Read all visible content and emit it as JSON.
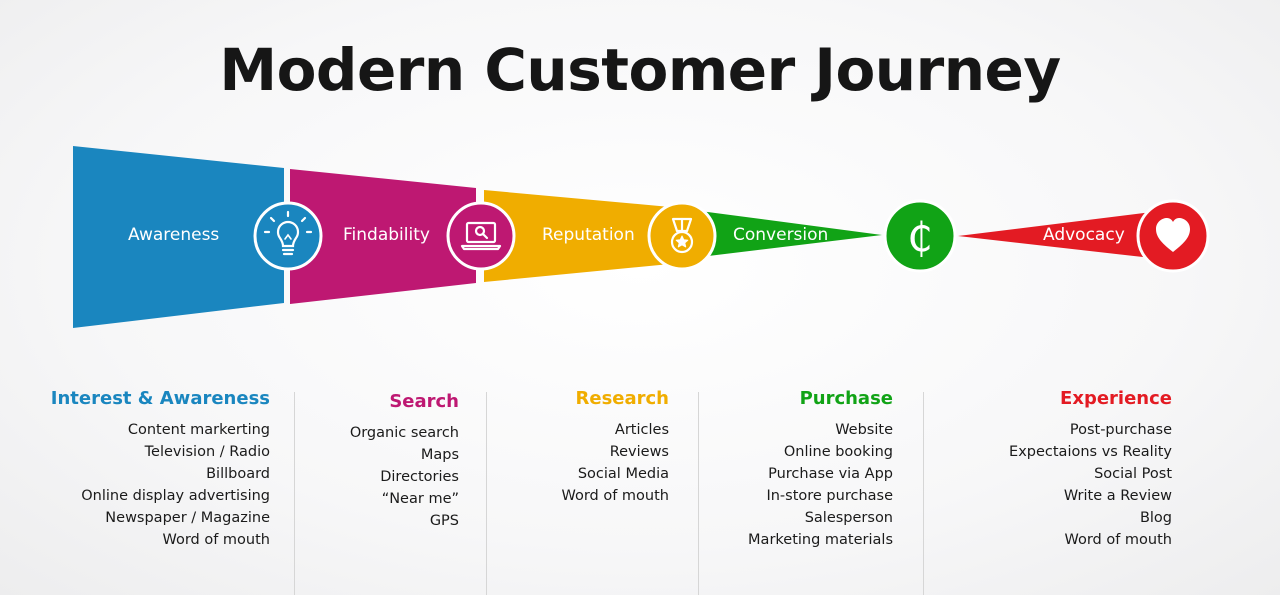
{
  "title": "Modern Customer Journey",
  "colors": {
    "awareness": "#1a86bf",
    "findability": "#be1872",
    "reputation": "#f0ad00",
    "conversion": "#11a316",
    "advocacy": "#e31b23"
  },
  "stages": [
    {
      "label": "Awareness",
      "icon": "lightbulb-icon"
    },
    {
      "label": "Findability",
      "icon": "laptop-search-icon"
    },
    {
      "label": "Reputation",
      "icon": "medal-icon"
    },
    {
      "label": "Conversion",
      "icon": "cedi-coin-icon"
    },
    {
      "label": "Advocacy",
      "icon": "heart-icon"
    }
  ],
  "columns": [
    {
      "heading": "Interest & Awareness",
      "items": [
        "Content markerting",
        "Television / Radio",
        "Billboard",
        "Online display advertising",
        "Newspaper / Magazine",
        "Word of mouth"
      ]
    },
    {
      "heading": "Search",
      "items": [
        "Organic search",
        "Maps",
        "Directories",
        "“Near me”",
        "GPS"
      ]
    },
    {
      "heading": "Research",
      "items": [
        "Articles",
        "Reviews",
        "Social Media",
        "Word of mouth"
      ]
    },
    {
      "heading": "Purchase",
      "items": [
        "Website",
        "Online booking",
        "Purchase via App",
        "In-store purchase",
        "Salesperson",
        "Marketing materials"
      ]
    },
    {
      "heading": "Experience",
      "items": [
        "Post-purchase",
        "Expectaions vs Reality",
        "Social Post",
        "Write a Review",
        "Blog",
        "Word of mouth"
      ]
    }
  ]
}
